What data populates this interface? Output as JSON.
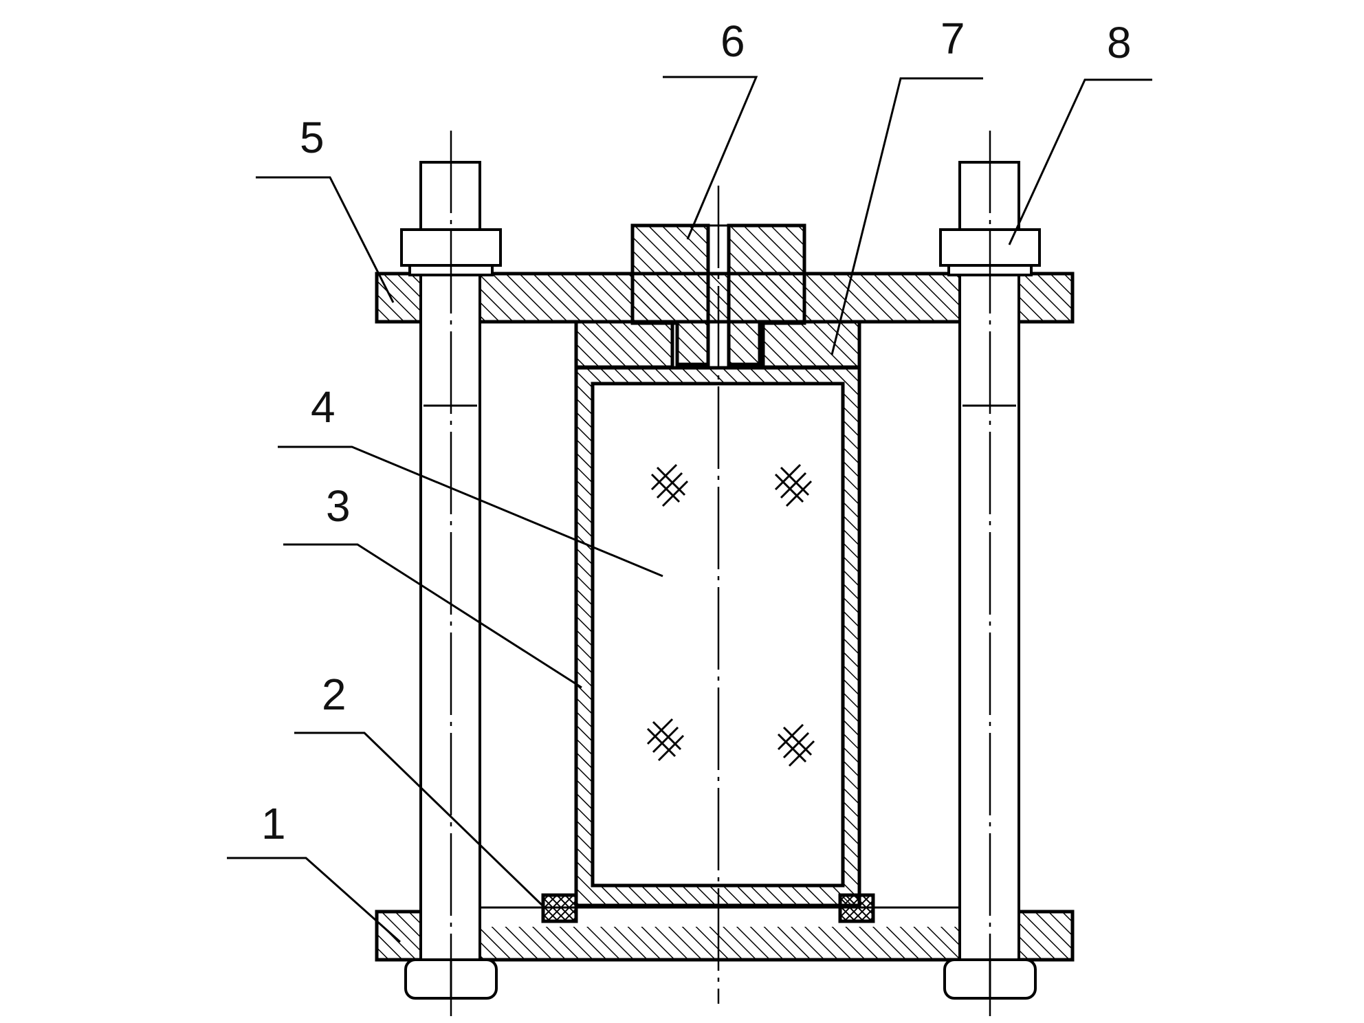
{
  "figure": {
    "callouts": [
      {
        "id": "1",
        "label": "1"
      },
      {
        "id": "2",
        "label": "2"
      },
      {
        "id": "3",
        "label": "3"
      },
      {
        "id": "4",
        "label": "4"
      },
      {
        "id": "5",
        "label": "5"
      },
      {
        "id": "6",
        "label": "6"
      },
      {
        "id": "7",
        "label": "7"
      },
      {
        "id": "8",
        "label": "8"
      }
    ],
    "colors": {
      "ink": "#000000",
      "paper": "#ffffff"
    },
    "hatch": "diagonal-45"
  }
}
